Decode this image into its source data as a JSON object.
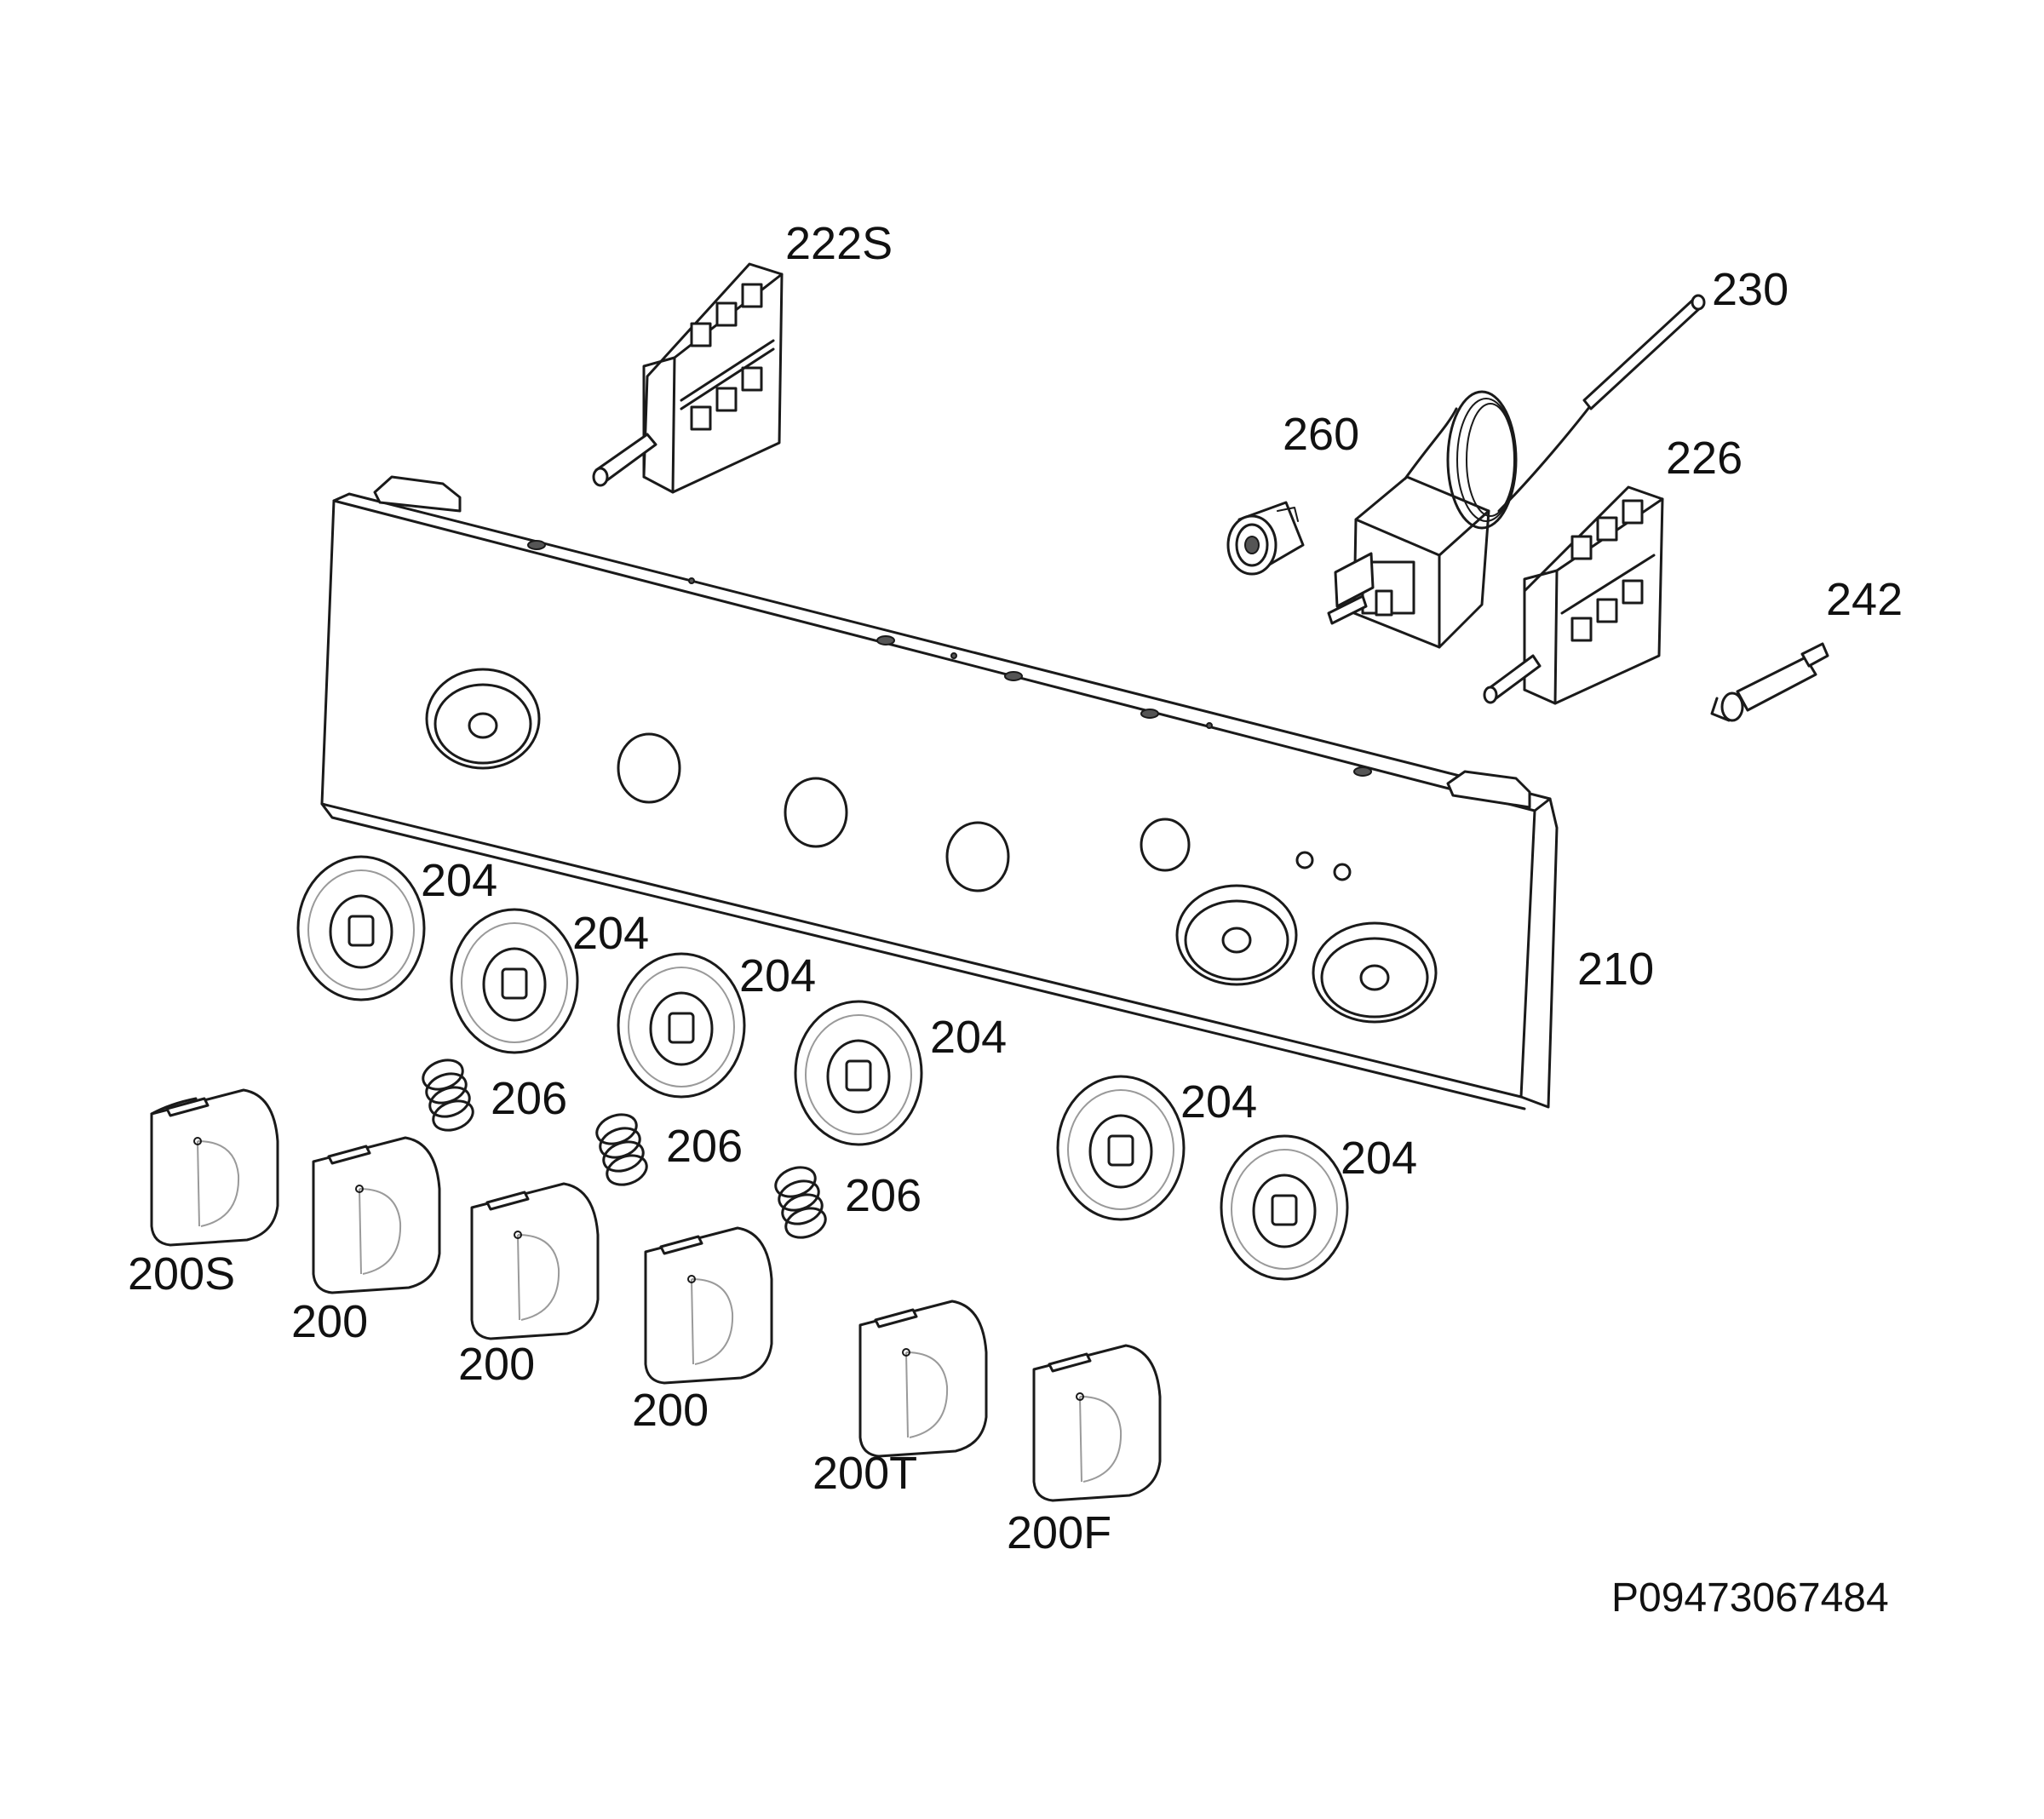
{
  "diagram": {
    "labels": {
      "switch_222s": "222S",
      "thermostat_230": "230",
      "lamp_260": "260",
      "switch_226": "226",
      "sensor_242": "242",
      "panel_210": "210",
      "ring_1": "204",
      "ring_2": "204",
      "ring_3": "204",
      "ring_4": "204",
      "ring_5": "204",
      "ring_6": "204",
      "spring_1": "206",
      "spring_2": "206",
      "spring_3": "206",
      "knob_200s": "200S",
      "knob_200_a": "200",
      "knob_200_b": "200",
      "knob_200_c": "200",
      "knob_200t": "200T",
      "knob_200f": "200F"
    },
    "document_code": "P09473067484"
  }
}
